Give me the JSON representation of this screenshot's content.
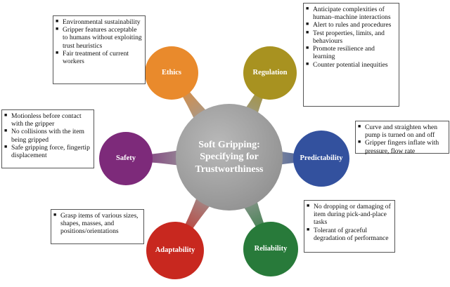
{
  "center": {
    "line1": "Soft Gripping:",
    "line2": "Specifying for",
    "line3": "Trustworthiness"
  },
  "nodes": {
    "ethics": "Ethics",
    "regulation": "Regulation",
    "predictability": "Predictability",
    "safety": "Safety",
    "adaptability": "Adaptability",
    "reliability": "Reliability"
  },
  "colors": {
    "ethics": "#e98a2c",
    "regulation": "#a89220",
    "predictability": "#33519e",
    "safety": "#7d2a7a",
    "adaptability": "#c8281f",
    "reliability": "#287a3a",
    "center": "#9b9b9b"
  },
  "boxes": {
    "ethics": [
      "Environmental sustainability",
      "Gripper features acceptable to humans without exploiting trust heuristics",
      "Fair treatment of current workers"
    ],
    "regulation": [
      "Anticipate complexities of human–machine interactions",
      "Alert to rules and procedures",
      "Test properties, limits, and behaviours",
      "Promote resilience and learning",
      "Counter potential inequities"
    ],
    "predictability": [
      "Curve and straighten when pump is turned on and off",
      "Gripper fingers inflate with pressure, flow rate"
    ],
    "safety": [
      "Motionless before contact with the gripper",
      "No collisions with the item being gripped",
      "Safe gripping force, fingertip displacement"
    ],
    "adaptability": [
      "Grasp items of various sizes, shapes, masses, and positions/orientations"
    ],
    "reliability": [
      "No dropping or damaging of item during pick-and-place tasks",
      "Tolerant of graceful degradation of performance"
    ]
  }
}
